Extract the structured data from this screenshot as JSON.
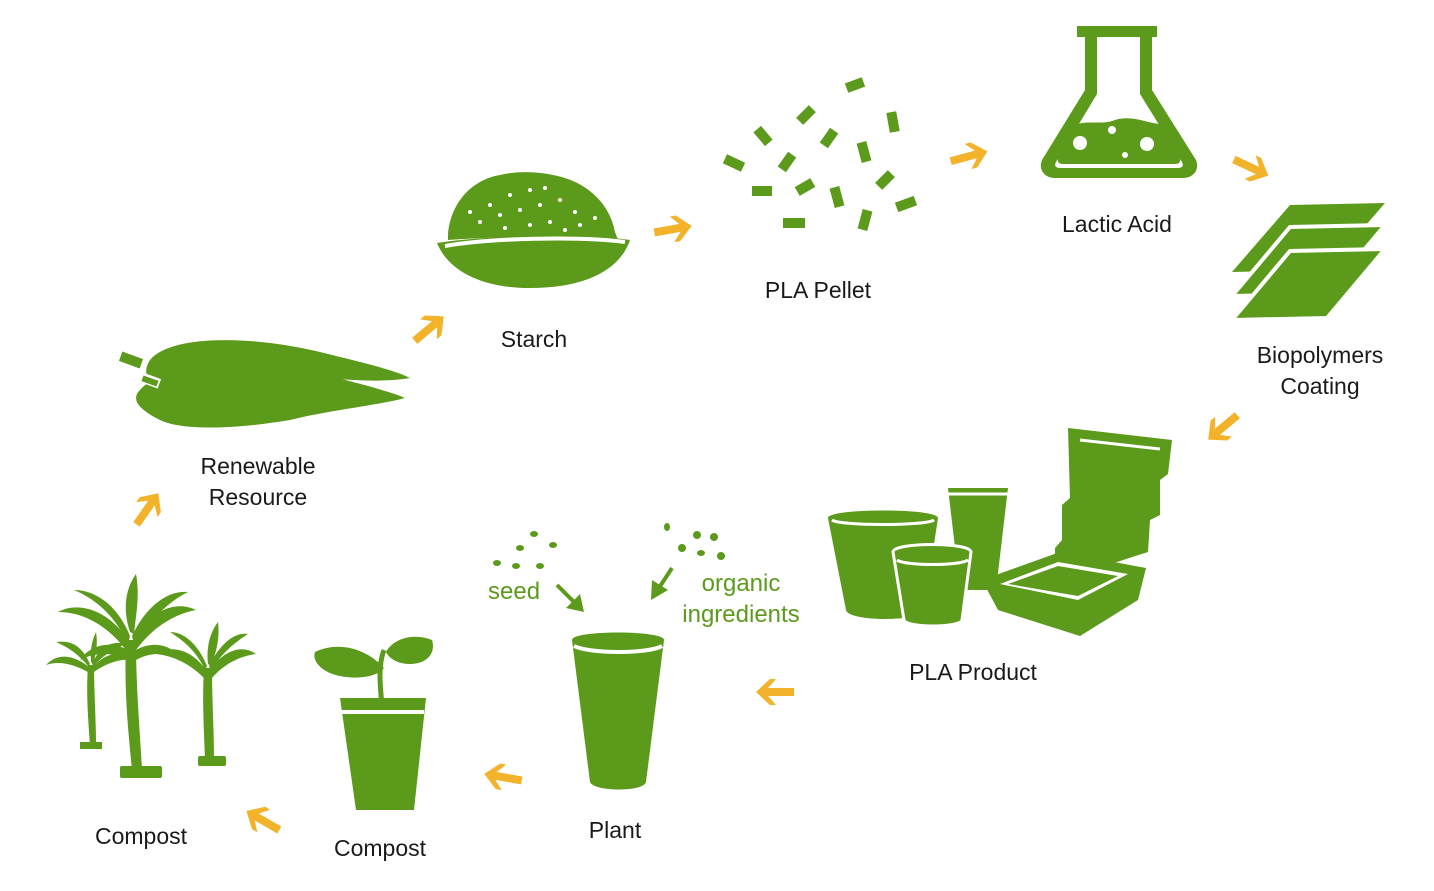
{
  "colors": {
    "green": "#5c9a1b",
    "arrow": "#f2b32b",
    "text": "#1a1a1a",
    "white": "#ffffff"
  },
  "icons": [
    "cassava-root-icon",
    "starch-bowl-icon",
    "pla-pellets-icon",
    "lactic-acid-flask-icon",
    "biopolymer-layers-icon",
    "pla-products-icon",
    "plant-cup-icon",
    "seedling-pot-icon",
    "trees-icon"
  ],
  "nodes": {
    "renewable_resource": {
      "line1": "Renewable",
      "line2": "Resource"
    },
    "starch": {
      "label": "Starch"
    },
    "pla_pellet": {
      "label": "PLA Pellet"
    },
    "lactic_acid": {
      "label": "Lactic Acid"
    },
    "biopolymers_coating": {
      "line1": "Biopolymers",
      "line2": "Coating"
    },
    "pla_product": {
      "label": "PLA Product"
    },
    "plant": {
      "label": "Plant"
    },
    "compost_pot": {
      "label": "Compost"
    },
    "compost_trees": {
      "label": "Compost"
    }
  },
  "inputs": {
    "seed": "seed",
    "organic_line1": "organic",
    "organic_line2": "ingredients"
  }
}
